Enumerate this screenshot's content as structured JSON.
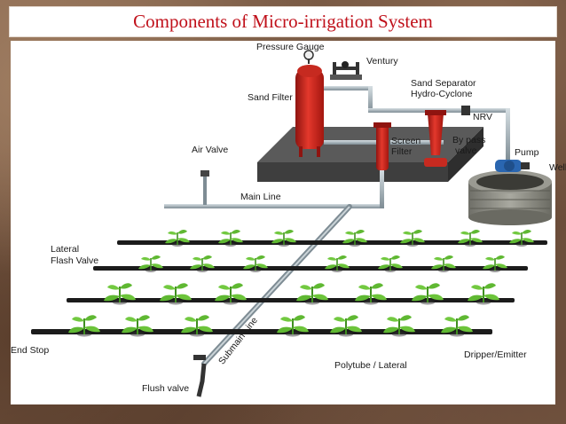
{
  "title": "Components of Micro-irrigation System",
  "labels": {
    "pressure_gauge": "Pressure Gauge",
    "venturi": "Ventury",
    "sand_filter": "Sand Filter",
    "sand_separator_1": "Sand Separator",
    "sand_separator_2": "Hydro-Cyclone",
    "nrv": "NRV",
    "screen_filter_1": "Screen",
    "screen_filter_2": "Filter",
    "bypass_valve_1": "By pass",
    "bypass_valve_2": "valve",
    "pump": "Pump",
    "well": "Well",
    "air_valve": "Air Valve",
    "main_line": "Main Line",
    "lateral_flush_valve_1": "Lateral",
    "lateral_flush_valve_2": "Flash Valve",
    "end_stop": "End Stop",
    "submain_line": "Submain Line",
    "polytube_lateral": "Polytube / Lateral",
    "dripper_emitter": "Dripper/Emitter",
    "flush_valve": "Flush valve"
  },
  "colors": {
    "title_text": "#c0101a",
    "filter_red": "#d9241c",
    "pipe": "#a9b6bd",
    "lateral": "#1b1b1b",
    "plant": "#5fb832",
    "platform": "#4a4a4a",
    "well_stone": "#8d8d84",
    "pump_blue": "#2a66b0"
  }
}
